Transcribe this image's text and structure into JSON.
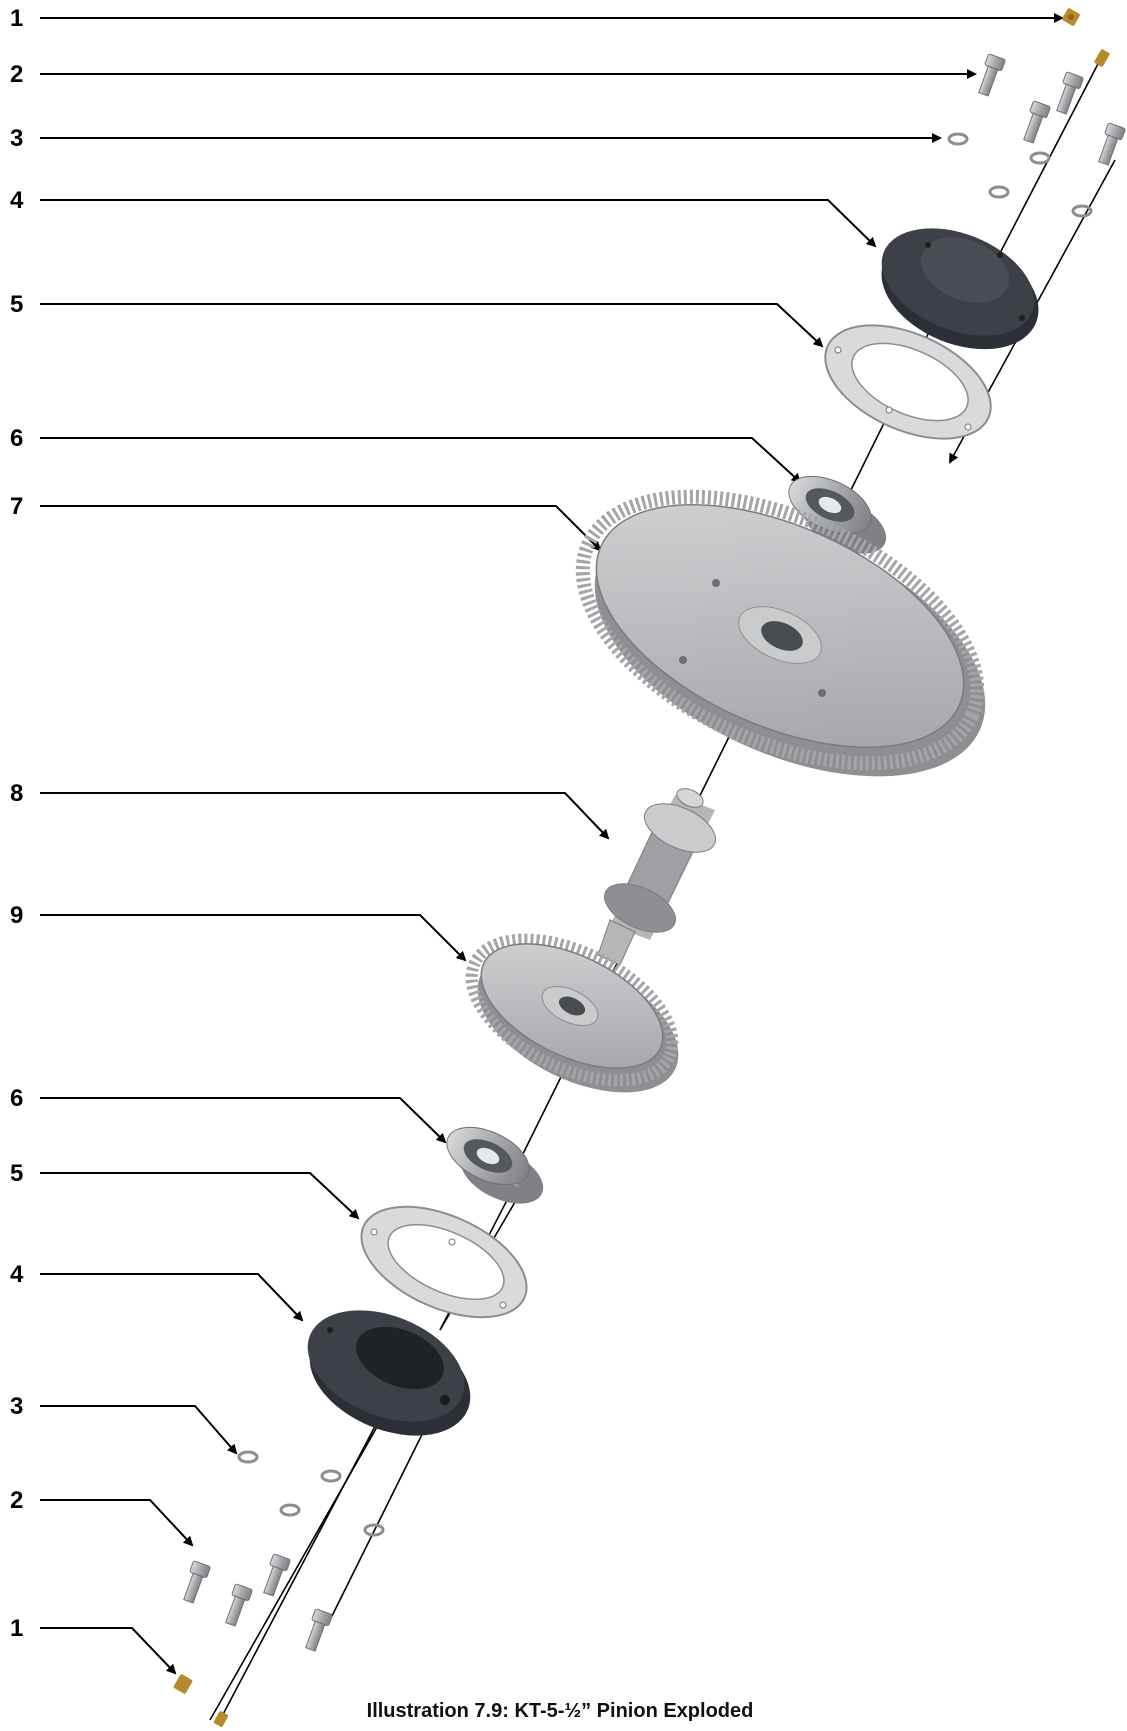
{
  "caption": "Illustration 7.9: KT-5-½” Pinion Exploded",
  "callouts": [
    "1",
    "2",
    "3",
    "4",
    "5",
    "6",
    "7",
    "8",
    "9",
    "6",
    "5",
    "4",
    "3",
    "2",
    "1"
  ],
  "colors": {
    "leader": "#000000",
    "housing": "#3d4047",
    "gear": "#a9abae",
    "gear_face": "#bfc1c3",
    "steel": "#b4b6b8",
    "brass": "#b88a2e"
  }
}
